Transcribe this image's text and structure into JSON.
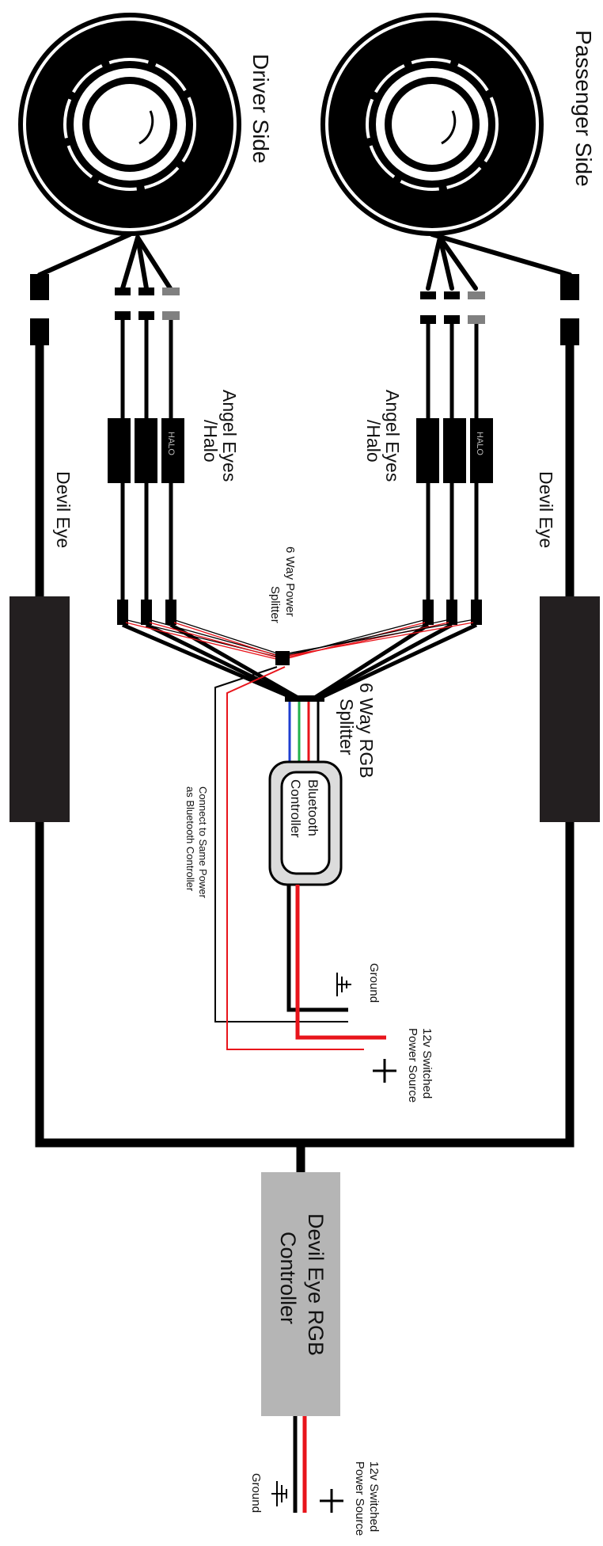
{
  "labels": {
    "driver_side": "Driver Side",
    "passenger_side": "Passenger Side",
    "angel_eyes_line1": "Angel Eyes",
    "angel_eyes_line2": "/Halo",
    "halo_tag": "HALO",
    "devil_eye": "Devil Eye",
    "power_splitter_line1": "6 Way Power",
    "power_splitter_line2": "Splitter",
    "rgb_splitter_line1": "6 Way RGB",
    "rgb_splitter_line2": "Splitter",
    "bluetooth_line1": "Bluetooth",
    "bluetooth_line2": "Controller",
    "connect_note_line1": "Connect to Same Power",
    "connect_note_line2": "as Bluetooth Controller",
    "ground": "Ground",
    "power_line1": "12v Switched",
    "power_line2": "Power Source",
    "plus_symbol": "+",
    "devil_controller_line1": "Devil Eye RGB",
    "devil_controller_line2": "Controller"
  },
  "colors": {
    "wire_black": "#000000",
    "wire_red": "#e8141b",
    "wire_green": "#22b24c",
    "wire_blue": "#1f3fd1",
    "devil_eye_block": "#231f20",
    "controller_box": "#b5b5b5",
    "bluetooth_box": "#dcdcdc",
    "connector_grey": "#808080"
  }
}
